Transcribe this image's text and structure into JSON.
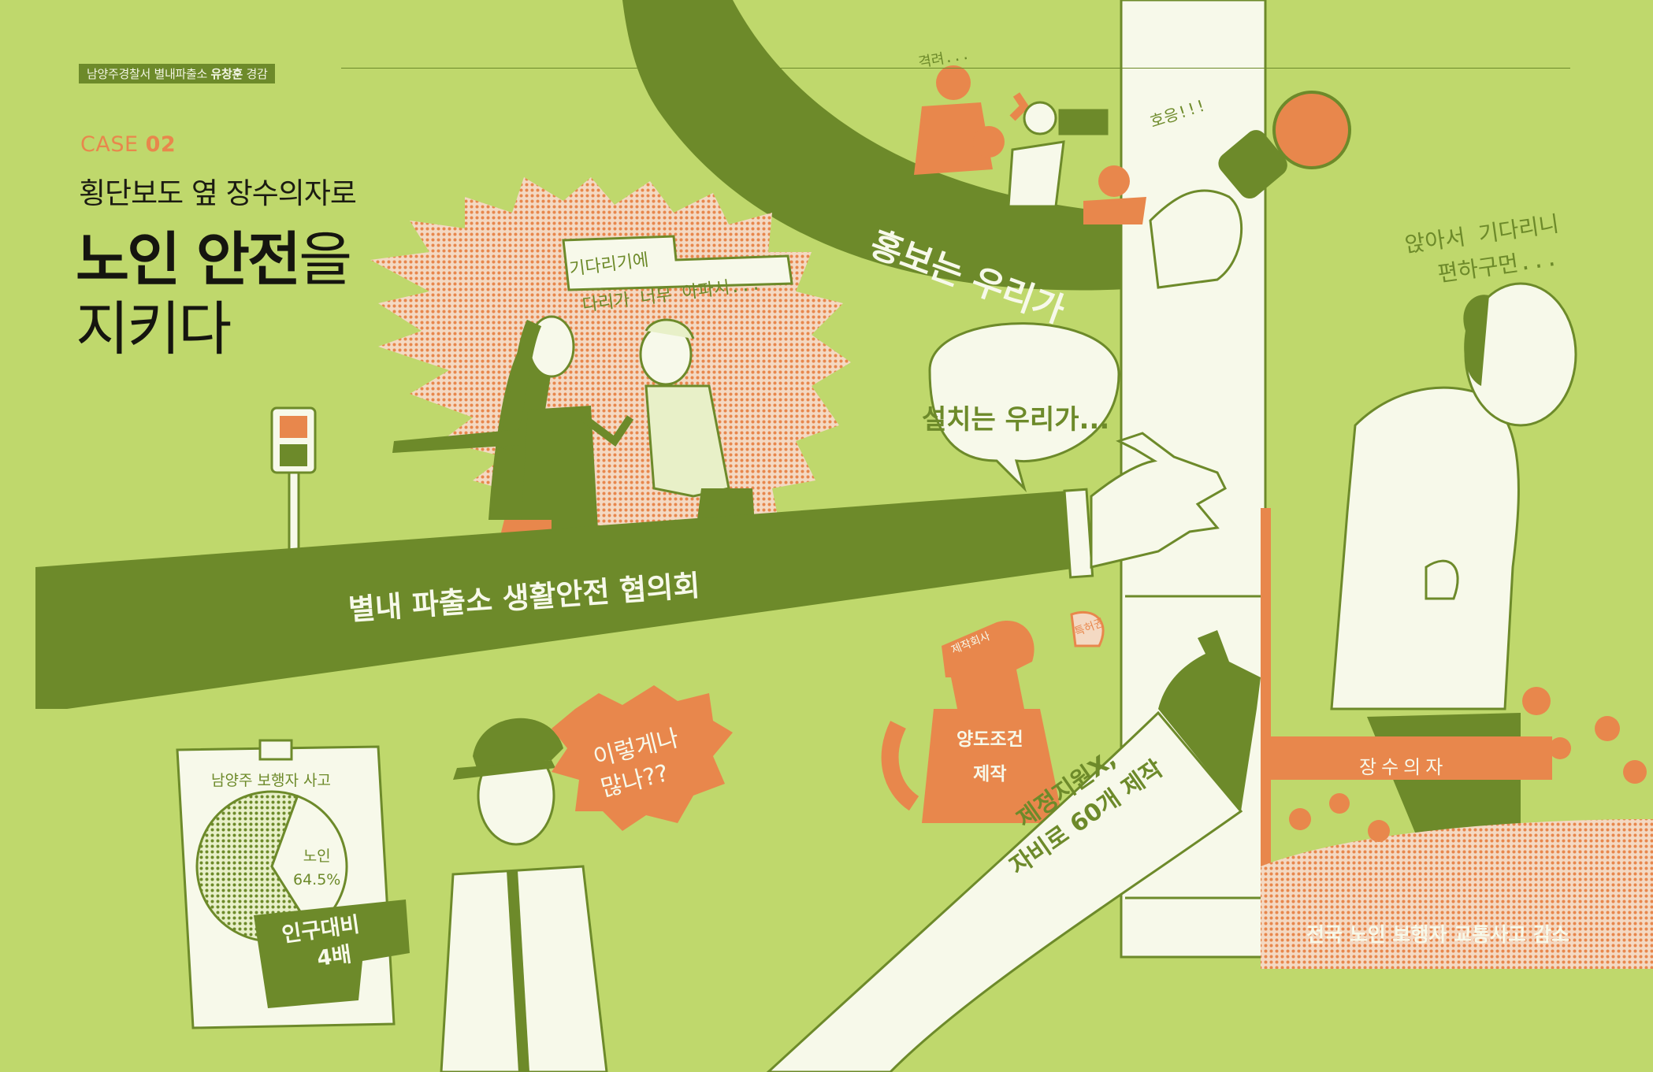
{
  "header": {
    "tag_prefix": "남양주경찰서 별내파출소",
    "tag_name": "유창훈",
    "tag_suffix": "경감"
  },
  "article": {
    "case_label": "CASE",
    "case_number": "02",
    "subtitle": "횡단보도 옆 장수의자로",
    "title_bold": "노인 안전",
    "title_light": "을",
    "title_line2": "지키다"
  },
  "illustration": {
    "speech_complaint_line1": "기다리기에",
    "speech_complaint_line2": "다리가 너무 아파서...",
    "cheer_text": "격려...",
    "cheer_text2": "호응!!!",
    "band_promotion": "홍보는 우리가",
    "speech_install": "설치는 우리가...",
    "band_council": "별내 파출소 생활안전 협의회",
    "sitting_line1": "앉아서 기다리니",
    "sitting_line2": "편하구먼...",
    "worker_cap": "제작회사",
    "coupon": "특허권",
    "worker_body_line1": "양도조건",
    "worker_body_line2": "제작",
    "arm_line1": "제정지원X,",
    "arm_line2": "자비로 60개 제작",
    "bench_label": "장수의자",
    "result": "전국 노인 보행자 교통사고 감소",
    "officer_bubble_line1": "이렇게나",
    "officer_bubble_line2": "많나??"
  },
  "chart_data": {
    "type": "pie",
    "title": "남양주 보행자 사고",
    "slices": [
      {
        "label": "노인",
        "value": 64.5
      },
      {
        "label": "",
        "value": 35.5
      }
    ],
    "slice_label": "노인",
    "slice_value_text": "64.5%",
    "annotation_line1": "인구대비",
    "annotation_line2": "4배"
  },
  "colors": {
    "background": "#bfd86c",
    "olive": "#6d8a2a",
    "orange": "#e8874c",
    "cream": "#f7f9ea"
  }
}
